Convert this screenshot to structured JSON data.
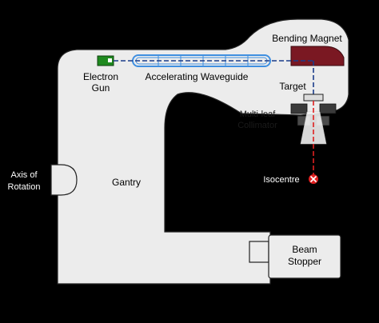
{
  "labels": {
    "bending_magnet": "Bending Magnet",
    "electron_gun_line1": "Electron",
    "electron_gun_line2": "Gun",
    "accelerating_waveguide": "Accelerating Waveguide",
    "target": "Target",
    "collimator_line1": "Multi-leaf",
    "collimator_line2": "Collimator",
    "axis_line1": "Axis of",
    "axis_line2": "Rotation",
    "gantry": "Gantry",
    "isocentre": "Isocentre",
    "beam_stopper_line1": "Beam",
    "beam_stopper_line2": "Stopper"
  },
  "icons": {
    "isocentre_marker": "circle-x-icon"
  },
  "colors": {
    "background": "#000000",
    "gantry_fill": "#ececec",
    "outline": "#222222",
    "bending_magnet_fill": "#7a1822",
    "electron_gun_fill": "#1f8a1f",
    "waveguide_stroke": "#3f8fe0",
    "electron_beam": "#1b3c8a",
    "photon_beam": "#e02020",
    "isocentre_marker": "#e02020"
  }
}
